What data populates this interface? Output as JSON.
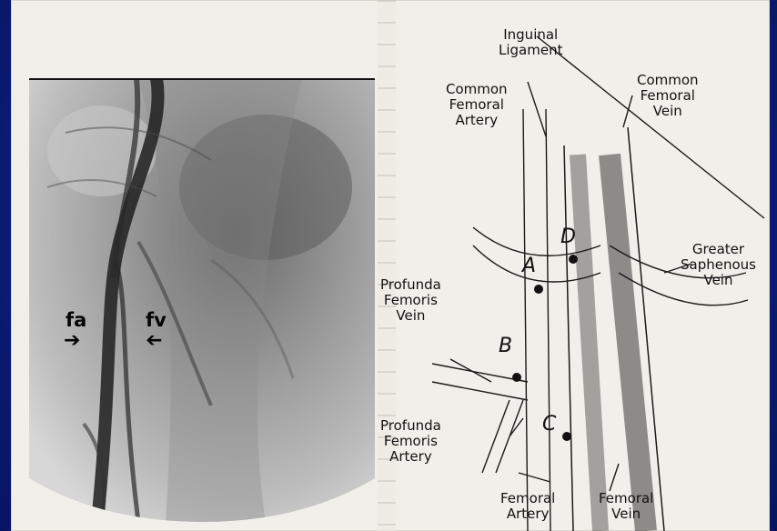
{
  "xray": {
    "label_fa": "fa",
    "label_fv": "fv"
  },
  "diagram": {
    "inguinal_ligament": [
      "Inguinal",
      "Ligament"
    ],
    "common_femoral_artery": [
      "Common",
      "Femoral",
      "Artery"
    ],
    "common_femoral_vein": [
      "Common",
      "Femoral",
      "Vein"
    ],
    "greater_saphenous_vein": [
      "Greater",
      "Saphenous",
      "Vein"
    ],
    "profunda_femoris_vein": [
      "Profunda",
      "Femoris",
      "Vein"
    ],
    "profunda_femoris_artery": [
      "Profunda",
      "Femoris",
      "Artery"
    ],
    "femoral_artery": [
      "Femoral",
      "Artery"
    ],
    "femoral_vein": [
      "Femoral",
      "Vein"
    ],
    "markers": [
      "A",
      "B",
      "C",
      "D"
    ]
  },
  "colors": {
    "slide_background": "#0c1c78",
    "page": "#f1efe9",
    "ink": "#111111"
  }
}
